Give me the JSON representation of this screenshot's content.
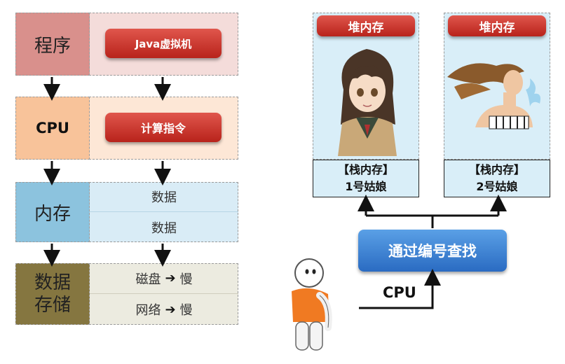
{
  "left": {
    "program_label": "程序",
    "jvm_label": "Java虚拟机",
    "cpu_label": "CPU",
    "instr_label": "计算指令",
    "memory_label": "内存",
    "data_label_1": "数据",
    "data_label_2": "数据",
    "storage_label": "数据\n存储",
    "disk_label": "磁盘",
    "network_label": "网络",
    "slow_label_1": "慢",
    "slow_label_2": "慢"
  },
  "right": {
    "heap_label_1": "堆内存",
    "heap_label_2": "堆内存",
    "stack_label_1": "【栈内存】",
    "stack_label_2": "【栈内存】",
    "girl_1": "1号姑娘",
    "girl_2": "2号姑娘",
    "lookup_button": "通过编号查找",
    "cpu_label": "CPU"
  },
  "colors": {
    "program": "#d9908c",
    "program_right": "#f4dcda",
    "cpu": "#f8c39a",
    "cpu_right": "#fde7d6",
    "memory": "#8cc3de",
    "memory_right": "#d9ecf6",
    "storage": "#857640",
    "storage_right": "#ecebe0",
    "heap_bg": "#d9eef8",
    "red_button": "#c8302a",
    "blue_button": "#3a7fd0",
    "person_shirt": "#f07a22"
  }
}
